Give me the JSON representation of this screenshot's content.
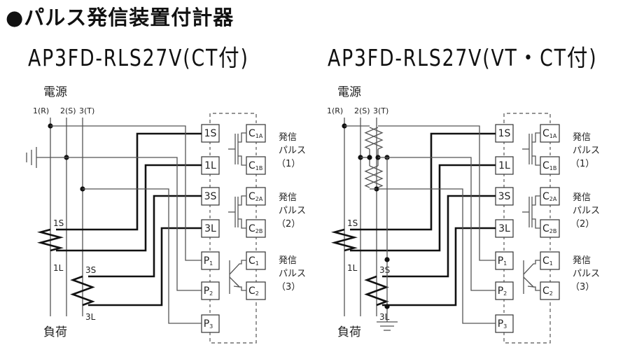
{
  "title": "●パルス発信装置付計器",
  "diagrams": [
    {
      "model": "AP3FD-RLS27V(CT付)",
      "power_label": "電源",
      "phases": [
        "1(R)",
        "2(S)",
        "3(T)"
      ],
      "load_label": "負荷",
      "ct_labels": [
        "1S",
        "1L",
        "3S",
        "3L"
      ],
      "terminals_left": [
        "1S",
        "1L",
        "3S",
        "3L",
        "P",
        "P",
        "P"
      ],
      "terminals_left_sub": [
        "",
        "",
        "",
        "",
        "1",
        "2",
        "3"
      ],
      "terminals_right": [
        "C",
        "C",
        "C",
        "C",
        "C",
        "C"
      ],
      "terminals_right_sub": [
        "1A",
        "1B",
        "2A",
        "2B",
        "1",
        "2"
      ],
      "pulse_groups": [
        {
          "line1": "発信",
          "line2": "パルス",
          "line3": "（1）"
        },
        {
          "line1": "発信",
          "line2": "パルス",
          "line3": "（2）"
        },
        {
          "line1": "発信",
          "line2": "パルス",
          "line3": "（3）"
        }
      ]
    },
    {
      "model": "AP3FD-RLS27V(VT・CT付)",
      "power_label": "電源",
      "phases": [
        "1(R)",
        "2(S)",
        "3(T)"
      ],
      "load_label": "負荷",
      "ct_labels": [
        "1S",
        "1L",
        "3S",
        "3L"
      ],
      "terminals_left": [
        "1S",
        "1L",
        "3S",
        "3L",
        "P",
        "P",
        "P"
      ],
      "terminals_left_sub": [
        "",
        "",
        "",
        "",
        "1",
        "2",
        "3"
      ],
      "terminals_right": [
        "C",
        "C",
        "C",
        "C",
        "C",
        "C"
      ],
      "terminals_right_sub": [
        "1A",
        "1B",
        "2A",
        "2B",
        "1",
        "2"
      ],
      "pulse_groups": [
        {
          "line1": "発信",
          "line2": "パルス",
          "line3": "（1）"
        },
        {
          "line1": "発信",
          "line2": "パルス",
          "line3": "（2）"
        },
        {
          "line1": "発信",
          "line2": "パルス",
          "line3": "（3）"
        }
      ]
    }
  ]
}
